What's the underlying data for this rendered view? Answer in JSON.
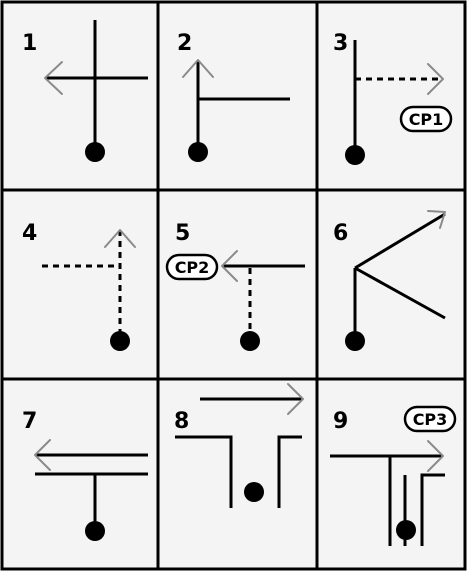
{
  "grid": {
    "panels": [
      {
        "number": "1"
      },
      {
        "number": "2"
      },
      {
        "number": "3",
        "badge": "CP1"
      },
      {
        "number": "4"
      },
      {
        "number": "5",
        "badge": "CP2"
      },
      {
        "number": "6"
      },
      {
        "number": "7"
      },
      {
        "number": "8"
      },
      {
        "number": "9",
        "badge": "CP3"
      }
    ]
  },
  "colors": {
    "background": "#f4f4f4",
    "line": "#000000",
    "arrowhead": "#8a8a8a",
    "border": "#000000"
  }
}
